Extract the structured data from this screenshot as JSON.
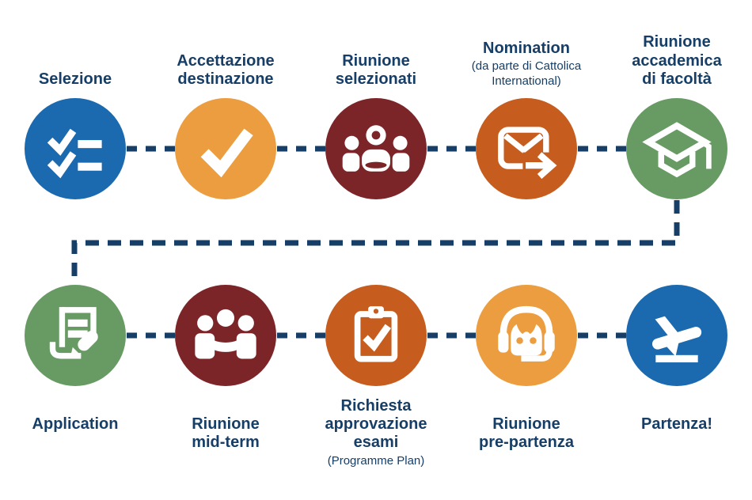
{
  "palette": {
    "blue": "#1b6ab0",
    "orange": "#eb9d3f",
    "maroon": "#7c2528",
    "rust": "#c65c1e",
    "green": "#689b64",
    "navy": "#163e66",
    "white": "#ffffff"
  },
  "diagram": {
    "rows": [
      {
        "steps": [
          {
            "label": "Selezione",
            "icon": "checklist-icon",
            "color": "blue"
          },
          {
            "label": "Accettazione\ndestinazione",
            "icon": "checkmark-icon",
            "color": "orange"
          },
          {
            "label": "Riunione\nselezionati",
            "icon": "people-group-icon",
            "color": "maroon"
          },
          {
            "label": "Nomination",
            "sublabel": "(da parte di Cattolica\nInternational)",
            "icon": "send-mail-icon",
            "color": "rust"
          },
          {
            "label": "Riunione\naccademica\ndi facoltà",
            "icon": "graduation-cap-icon",
            "color": "green"
          }
        ]
      },
      {
        "steps": [
          {
            "label": "Application",
            "icon": "document-edit-icon",
            "color": "green"
          },
          {
            "label": "Riunione\nmid-term",
            "icon": "meeting-icon",
            "color": "maroon"
          },
          {
            "label": "Richiesta\napprovazione\nesami",
            "sublabel": "(Programme Plan)",
            "icon": "clipboard-check-icon",
            "color": "rust"
          },
          {
            "label": "Riunione\npre-partenza",
            "icon": "headset-support-icon",
            "color": "orange"
          },
          {
            "label": "Partenza!",
            "icon": "plane-takeoff-icon",
            "color": "blue"
          }
        ]
      }
    ]
  }
}
